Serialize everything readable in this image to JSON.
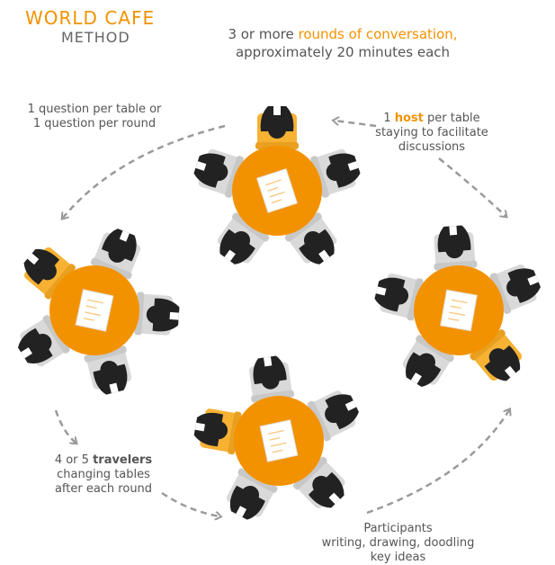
{
  "header": {
    "brand_title": "WORLD CAFE",
    "brand_subtitle": "METHOD",
    "rounds_prefix": "3 or more ",
    "rounds_highlight": "rounds of conversation,",
    "rounds_line2": "approximately 20 minutes each"
  },
  "notes": {
    "question_line1": "1 question per table or",
    "question_line2": "1 question per round",
    "host_prefix": "1 ",
    "host_highlight": "host",
    "host_suffix": " per table",
    "host_line2": "staying to facilitate",
    "host_line3": "discussions",
    "travelers_prefix": "4 or 5 ",
    "travelers_highlight": "travelers",
    "travelers_line2": "changing tables",
    "travelers_line3": "after each round",
    "participants_line1": "Participants",
    "participants_line2": "writing, drawing, doodling",
    "participants_line3": "key ideas"
  },
  "colors": {
    "accent": "#f39200",
    "chair": "#d9d9d9",
    "host_chair": "#f7b233",
    "person": "#222222",
    "arrow": "#9a9a9a"
  }
}
